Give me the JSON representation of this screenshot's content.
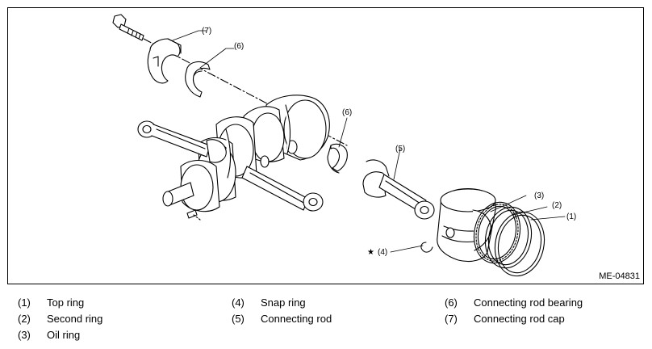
{
  "callouts": {
    "c7": "(7)",
    "c6_top": "(6)",
    "c6_mid": "(6)",
    "c5": "(5)",
    "c3": "(3)",
    "c2": "(2)",
    "c1": "(1)",
    "c4": "(4)",
    "star": "★"
  },
  "figure_code": "ME-04831",
  "legend": [
    {
      "num": "(1)",
      "label": "Top ring"
    },
    {
      "num": "(2)",
      "label": "Second ring"
    },
    {
      "num": "(3)",
      "label": "Oil ring"
    },
    {
      "num": "(4)",
      "label": "Snap ring"
    },
    {
      "num": "(5)",
      "label": "Connecting rod"
    },
    {
      "num": "(6)",
      "label": "Connecting rod bearing"
    },
    {
      "num": "(7)",
      "label": "Connecting rod cap"
    }
  ]
}
